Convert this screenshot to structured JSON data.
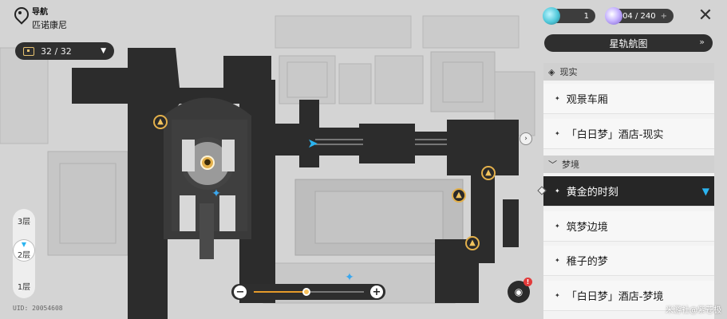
{
  "header": {
    "title": "导航",
    "location": "匹诺康尼"
  },
  "chest": {
    "count": "32 / 32",
    "arrow": "▼"
  },
  "floors": [
    {
      "label": "3层"
    },
    {
      "label": "2层",
      "marker": "▼"
    },
    {
      "label": "1层"
    }
  ],
  "zoom": {
    "minus": "−",
    "plus": "+",
    "level": 0.48
  },
  "uid": "UID: 20054608",
  "currencies": {
    "first": {
      "value": "1",
      "icon": "stellar-jade-icon"
    },
    "second": {
      "value": "104 / 240",
      "plus": "+",
      "icon": "trailblaze-power-icon"
    }
  },
  "close_label": "✕",
  "map_select": {
    "label": "星轨航图",
    "arrow": "»"
  },
  "sections": [
    {
      "title": "现实",
      "items": [
        {
          "label": "观景车厢"
        },
        {
          "label": "「白日梦」酒店-现实"
        }
      ]
    },
    {
      "title": "梦境",
      "items": [
        {
          "label": "黄金的时刻",
          "selected": true,
          "arrow": "▼"
        },
        {
          "label": "筑梦边境"
        },
        {
          "label": "稚子的梦"
        },
        {
          "label": "「白日梦」酒店-梦境"
        }
      ]
    }
  ],
  "mode_button": {
    "icon": "map-mode-icon",
    "badge": "!"
  },
  "edge_button": "›",
  "watermark": "米游社@紫苍极",
  "colors": {
    "accent": "#2bb4f0",
    "gold": "#e3b04b",
    "zoom_fill": "#e59a2a",
    "panel_dark": "#262626"
  }
}
